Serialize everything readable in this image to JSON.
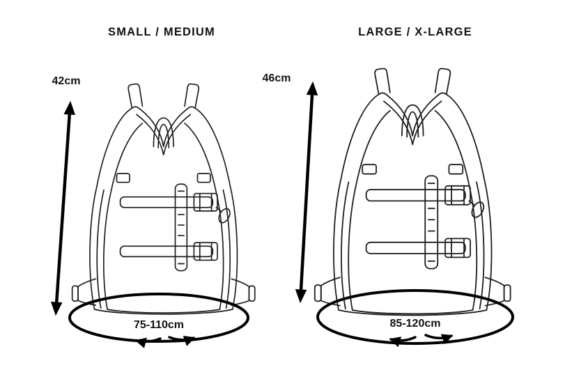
{
  "diagram": {
    "background": "#ffffff",
    "line_color": "#1d1d1b",
    "measure_color": "#000000",
    "panels": [
      {
        "id": "small-medium",
        "title": "SMALL / MEDIUM",
        "back_length": "42cm",
        "girth_range": "75-110cm"
      },
      {
        "id": "large-xlarge",
        "title": "LARGE / X-LARGE",
        "back_length": "46cm",
        "girth_range": "85-120cm"
      }
    ]
  }
}
